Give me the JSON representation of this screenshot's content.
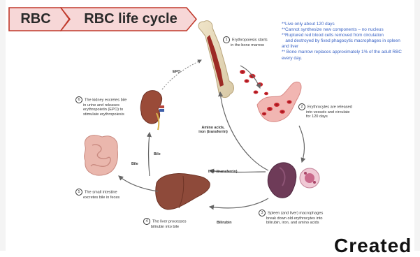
{
  "header": {
    "tag": "RBC",
    "title": "RBC life cycle"
  },
  "notes": [
    "**Live only about 120 days",
    "**Cannot synthesize new components – no nucleus",
    "**Ruptured red blood cells removed from circulation",
    "   and destroyed by fixed phagocytic macrophages in spleen",
    "and liver",
    "** Bone marrow replaces approximately 1% of the adult RBC",
    "every day."
  ],
  "steps": [
    {
      "num": "1",
      "line1": "Erythropoiesis starts",
      "line2": "in the bone marrow"
    },
    {
      "num": "2",
      "line1": "Erythrocytes are released",
      "line2": "into vessels and circulate",
      "line3": "for 120 days"
    },
    {
      "num": "3",
      "line1": "Spleen (and liver) macrophages",
      "line2": "break down old erythrocytes into",
      "line3": "bilirubin, iron, and amino acids"
    },
    {
      "num": "4",
      "line1": "The liver processes",
      "line2": "bilirubin into bile"
    },
    {
      "num": "5",
      "line1": "The small intestine",
      "line2": "excretes bile in feces"
    },
    {
      "num": "6",
      "line1": "The kidney excretes bile",
      "line2": "in urine and releases",
      "line3": "erythropoietin (EPO) to",
      "line4": "stimulate erythropoiesis"
    }
  ],
  "arrow_labels": {
    "epo": "EPO",
    "amino1": "Amino acids,",
    "amino2": "iron (transferrin)",
    "iron": "Iron (transferrin)",
    "bilirubin": "Bilirubin",
    "bile1": "Bile",
    "bile2": "Bile"
  },
  "footer": {
    "created": "Created"
  },
  "colors": {
    "chevron_fill": "#f7d7d7",
    "chevron_stroke": "#c0392b",
    "notes_text": "#3a63c5",
    "blood": "#c0242b",
    "organ": "#8a4b3a"
  }
}
